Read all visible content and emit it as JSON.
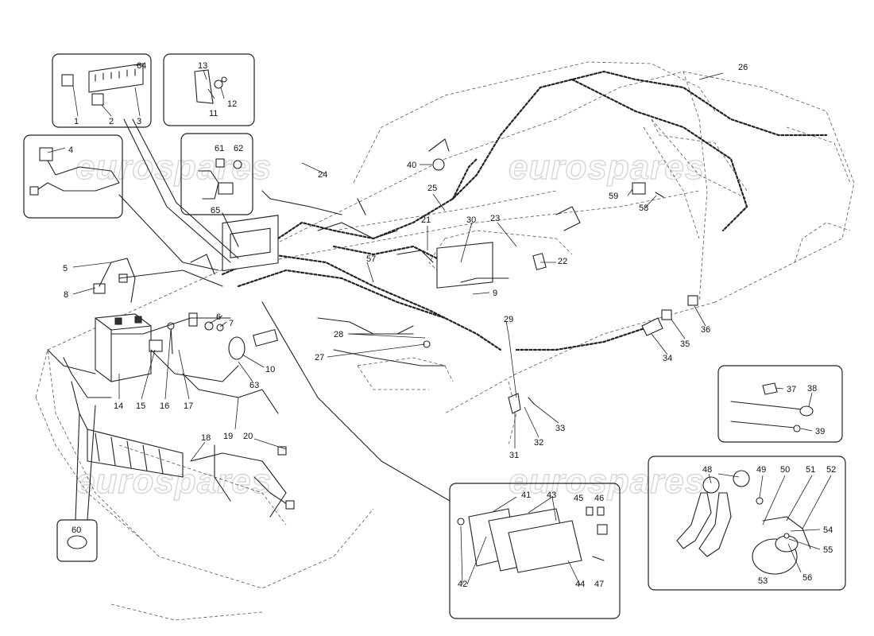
{
  "watermark": {
    "text": "eurospares"
  },
  "callouts": [
    {
      "id": "c1",
      "label": "1"
    },
    {
      "id": "c2",
      "label": "2"
    },
    {
      "id": "c3",
      "label": "3"
    },
    {
      "id": "c4",
      "label": "4"
    },
    {
      "id": "c5",
      "label": "5"
    },
    {
      "id": "c6",
      "label": "6"
    },
    {
      "id": "c7",
      "label": "7"
    },
    {
      "id": "c8",
      "label": "8"
    },
    {
      "id": "c9",
      "label": "9"
    },
    {
      "id": "c10",
      "label": "10"
    },
    {
      "id": "c11",
      "label": "11"
    },
    {
      "id": "c12",
      "label": "12"
    },
    {
      "id": "c13",
      "label": "13"
    },
    {
      "id": "c14",
      "label": "14"
    },
    {
      "id": "c15",
      "label": "15"
    },
    {
      "id": "c16",
      "label": "16"
    },
    {
      "id": "c17",
      "label": "17"
    },
    {
      "id": "c18",
      "label": "18"
    },
    {
      "id": "c19",
      "label": "19"
    },
    {
      "id": "c20",
      "label": "20"
    },
    {
      "id": "c21",
      "label": "21"
    },
    {
      "id": "c22",
      "label": "22"
    },
    {
      "id": "c23",
      "label": "23"
    },
    {
      "id": "c24",
      "label": "24"
    },
    {
      "id": "c25",
      "label": "25"
    },
    {
      "id": "c26",
      "label": "26"
    },
    {
      "id": "c27",
      "label": "27"
    },
    {
      "id": "c28",
      "label": "28"
    },
    {
      "id": "c29",
      "label": "29"
    },
    {
      "id": "c30",
      "label": "30"
    },
    {
      "id": "c31",
      "label": "31"
    },
    {
      "id": "c32",
      "label": "32"
    },
    {
      "id": "c33",
      "label": "33"
    },
    {
      "id": "c34",
      "label": "34"
    },
    {
      "id": "c35",
      "label": "35"
    },
    {
      "id": "c36",
      "label": "36"
    },
    {
      "id": "c37",
      "label": "37"
    },
    {
      "id": "c38",
      "label": "38"
    },
    {
      "id": "c39",
      "label": "39"
    },
    {
      "id": "c40",
      "label": "40"
    },
    {
      "id": "c41",
      "label": "41"
    },
    {
      "id": "c42",
      "label": "42"
    },
    {
      "id": "c43",
      "label": "43"
    },
    {
      "id": "c44",
      "label": "44"
    },
    {
      "id": "c45",
      "label": "45"
    },
    {
      "id": "c46",
      "label": "46"
    },
    {
      "id": "c47",
      "label": "47"
    },
    {
      "id": "c48",
      "label": "48"
    },
    {
      "id": "c49",
      "label": "49"
    },
    {
      "id": "c50",
      "label": "50"
    },
    {
      "id": "c51",
      "label": "51"
    },
    {
      "id": "c52",
      "label": "52"
    },
    {
      "id": "c53",
      "label": "53"
    },
    {
      "id": "c54",
      "label": "54"
    },
    {
      "id": "c55",
      "label": "55"
    },
    {
      "id": "c56",
      "label": "56"
    },
    {
      "id": "c57",
      "label": "57"
    },
    {
      "id": "c58",
      "label": "58"
    },
    {
      "id": "c59",
      "label": "59"
    },
    {
      "id": "c60",
      "label": "60"
    },
    {
      "id": "c61",
      "label": "61"
    },
    {
      "id": "c62",
      "label": "62"
    },
    {
      "id": "c63",
      "label": "63"
    },
    {
      "id": "c64",
      "label": "64"
    },
    {
      "id": "c65",
      "label": "65"
    }
  ]
}
